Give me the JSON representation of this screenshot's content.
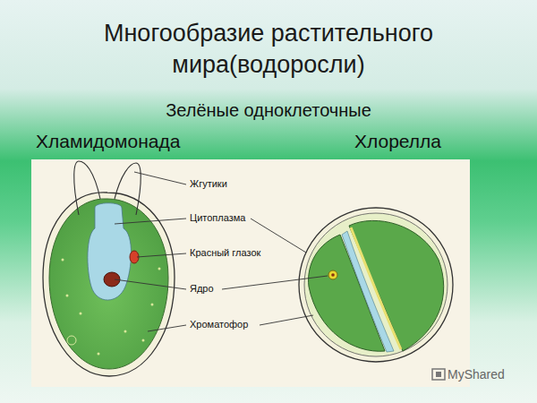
{
  "diagram": {
    "title": "Многообразие растительного мира(водоросли)",
    "labels": [
      "Зелёные одноклеточные",
      "Хламидомонада",
      "Хлорелла",
      "Жгутики",
      "Цитоплазма",
      "Красный глазок",
      "Ядро",
      "Хроматофор",
      "MyShared"
    ]
  }
}
